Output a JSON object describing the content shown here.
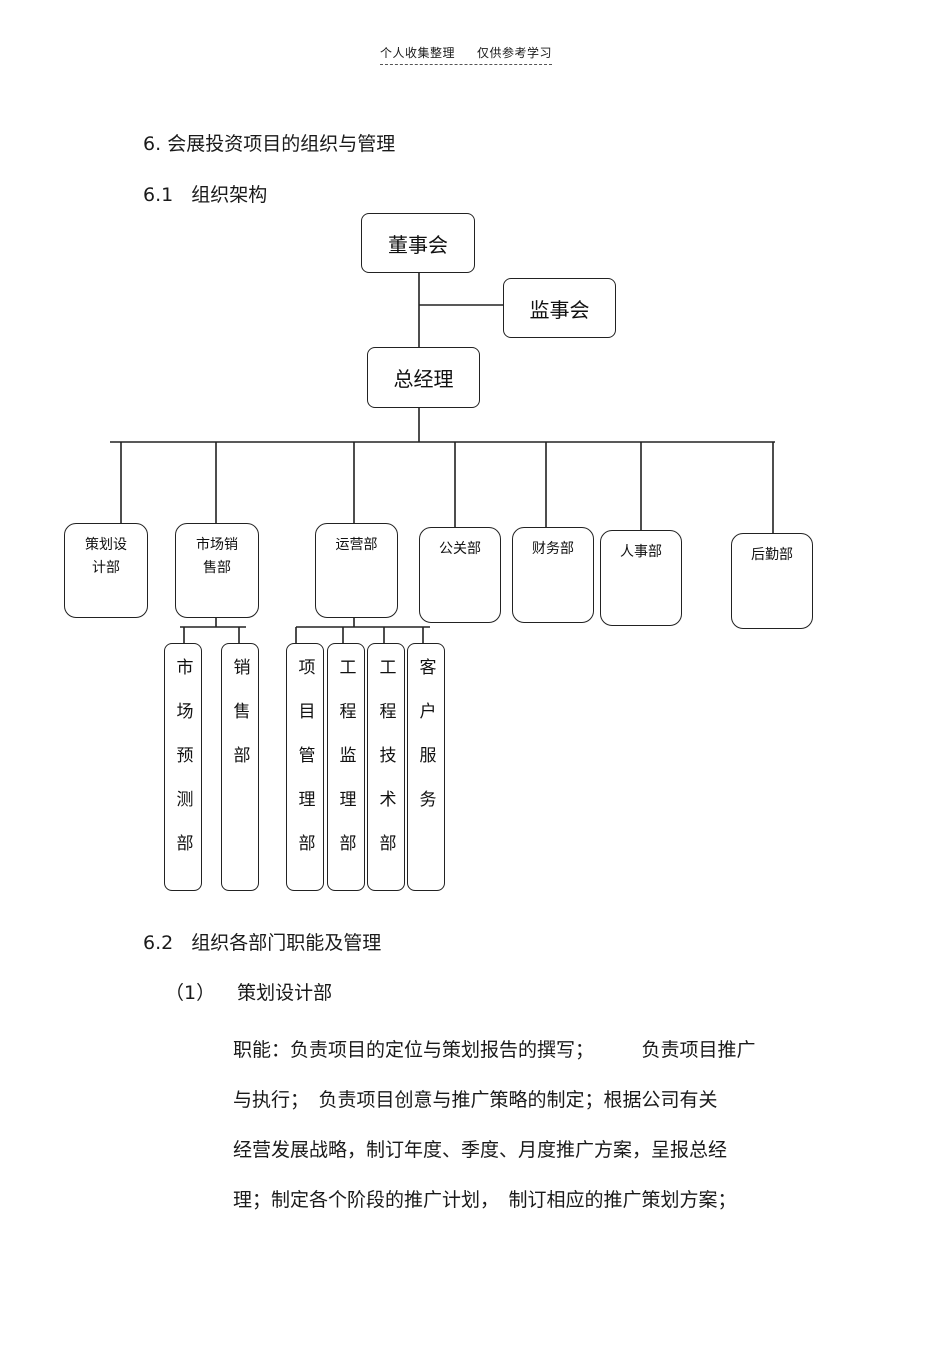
{
  "header": {
    "left": "个人收集整理",
    "right": "仅供参考学习"
  },
  "headings": {
    "h1": {
      "num": "6.",
      "text": "会展投资项目的组织与管理"
    },
    "h2": {
      "num": "6.1",
      "text": "组织架构"
    },
    "h3": {
      "num": "6.2",
      "text": "组织各部门职能及管理"
    },
    "h4": {
      "num": "（1）",
      "text": "策划设计部"
    }
  },
  "org": {
    "board": "董事会",
    "supervisors": "监事会",
    "gm": "总经理",
    "depts": {
      "planning": "策划设计部",
      "marketing": "市场销售部",
      "operations": "运营部",
      "pr": "公关部",
      "finance": "财务部",
      "hr": "人事部",
      "logistics": "后勤部"
    },
    "subs": {
      "market_forecast": "市场预测部",
      "sales": "销售部",
      "project_mgmt": "项目管理部",
      "eng_supervision": "工程监理部",
      "eng_tech": "工程技术部",
      "customer_service": "客户服务"
    }
  },
  "paragraph": {
    "line1": "职能：负责项目的定位与策划报告的撰写；　　　负责项目推广",
    "line2": "与执行；　负责项目创意与推广策略的制定；根据公司有关",
    "line3": "经营发展战略，制订年度、季度、月度推广方案，呈报总经",
    "line4": "理；制定各个阶段的推广计划，　制订相应的推广策划方案；"
  }
}
